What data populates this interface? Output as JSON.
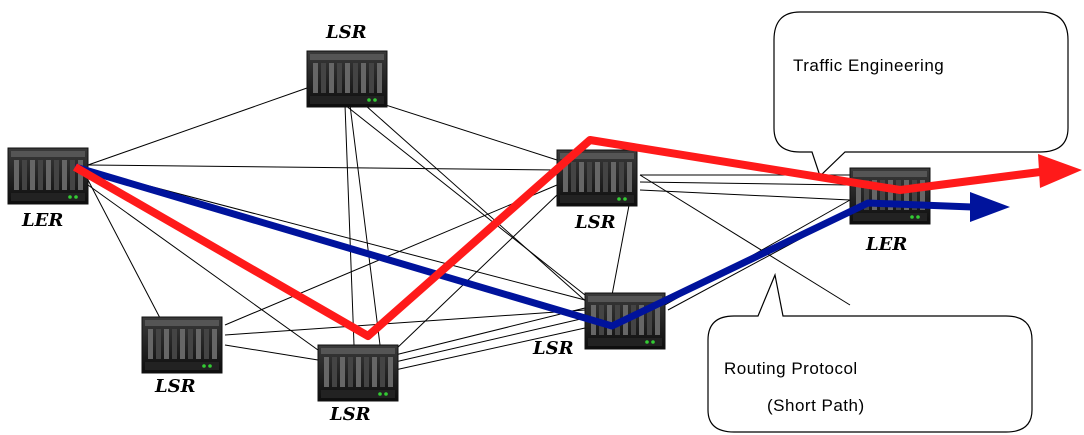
{
  "nodes": [
    {
      "id": "ler-left",
      "label": "LER"
    },
    {
      "id": "lsr-top",
      "label": "LSR"
    },
    {
      "id": "lsr-mid",
      "label": "LSR"
    },
    {
      "id": "lsr-center",
      "label": "LSR"
    },
    {
      "id": "lsr-bottom-left",
      "label": "LSR"
    },
    {
      "id": "lsr-bottom",
      "label": "LSR"
    },
    {
      "id": "ler-right",
      "label": "LER"
    }
  ],
  "callouts": {
    "traffic_engineering": "Traffic Engineering",
    "routing_protocol_line1": "Routing Protocol",
    "routing_protocol_line2": "(Short Path)"
  },
  "colors": {
    "te_path": "#ff1a1a",
    "routing_path": "#00139c",
    "link": "#000000"
  }
}
